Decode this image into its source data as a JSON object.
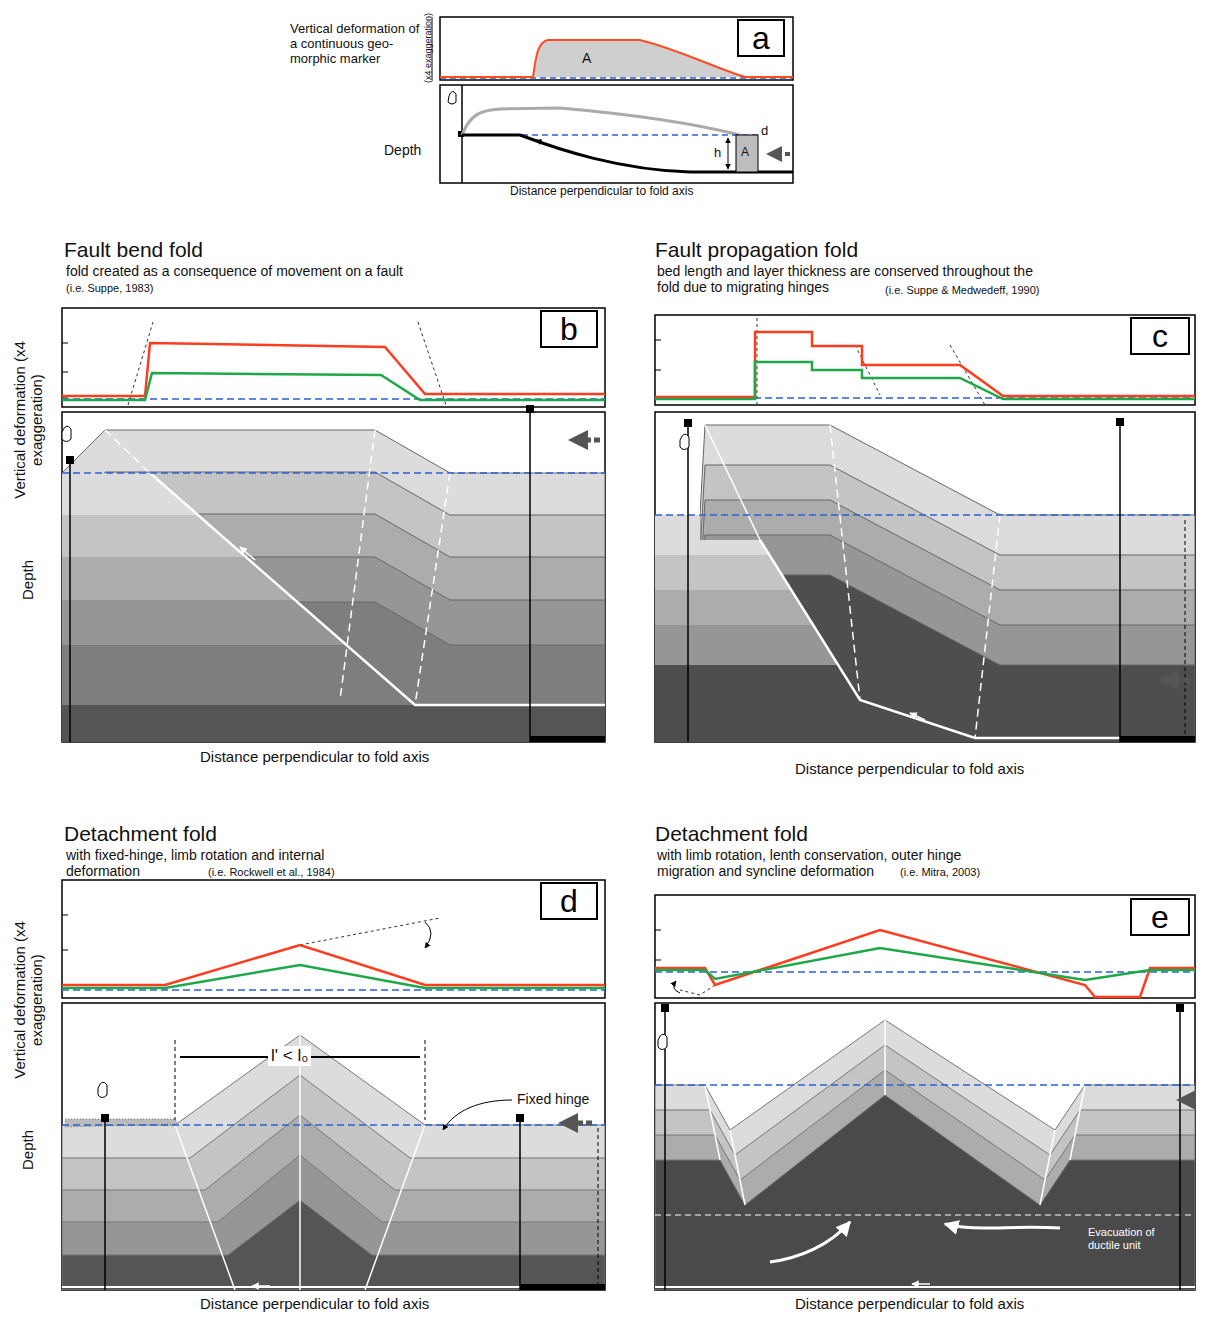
{
  "diagram": {
    "nodes": [
      {
        "text": [
          "a"
        ]
      },
      {
        "text": [
          "b"
        ]
      },
      {
        "text": [
          "c"
        ]
      },
      {
        "text": [
          "d"
        ]
      },
      {
        "text": [
          "e"
        ]
      }
    ],
    "labels": [
      "Vertical deformation of a continuous geo-morphic marker",
      "(x4 exaggeration)",
      "A",
      "Depth",
      "h",
      "d",
      "A",
      "Distance perpendicular to fold axis",
      "Fault bend fold",
      "fold created as a consequence of movement on a fault",
      "(i.e. Suppe, 1983)",
      "Vertical deformation (x4 exaggeration)",
      "Depth",
      "Distance perpendicular to fold axis",
      "Fault propagation fold",
      "bed length and layer thickness are conserved throughout the fold due to migrating hinges",
      "(i.e. Suppe & Medwedeff, 1990)",
      "Distance perpendicular to fold axis",
      "Detachment fold",
      "with fixed-hinge, limb rotation and internal deformation",
      "(i.e. Rockwell et al., 1984)",
      "Vertical deformation (x4 exaggeration)",
      "Depth",
      "l' < l₀",
      "Fixed hinge",
      "Distance perpendicular to fold axis",
      "Detachment fold",
      "with limb rotation, lenth conservation, outer hinge migration and syncline deformation",
      "(i.e. Mitra, 2003)",
      "Evacuation of ductile unit",
      "Distance perpendicular to fold axis"
    ]
  }
}
